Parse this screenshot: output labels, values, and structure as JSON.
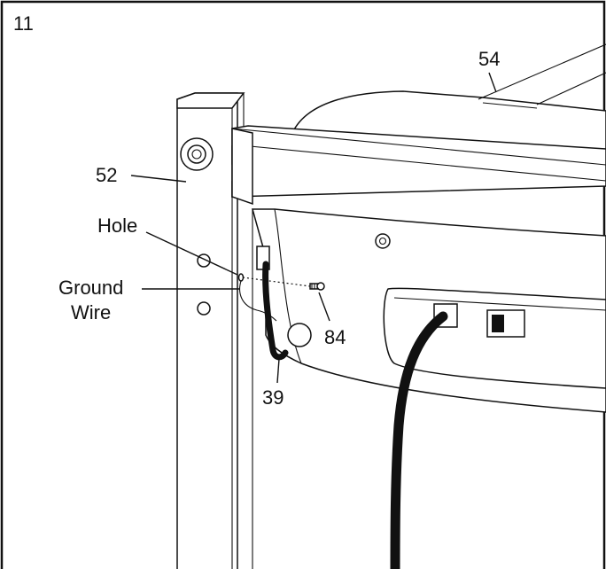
{
  "step_number": "11",
  "labels": {
    "part_54": "54",
    "part_52": "52",
    "hole": "Hole",
    "ground_line1": "Ground",
    "ground_line2": "Wire",
    "part_84": "84",
    "part_39": "39"
  },
  "colors": {
    "line": "#111111",
    "background": "#ffffff",
    "cord": "#111111"
  }
}
